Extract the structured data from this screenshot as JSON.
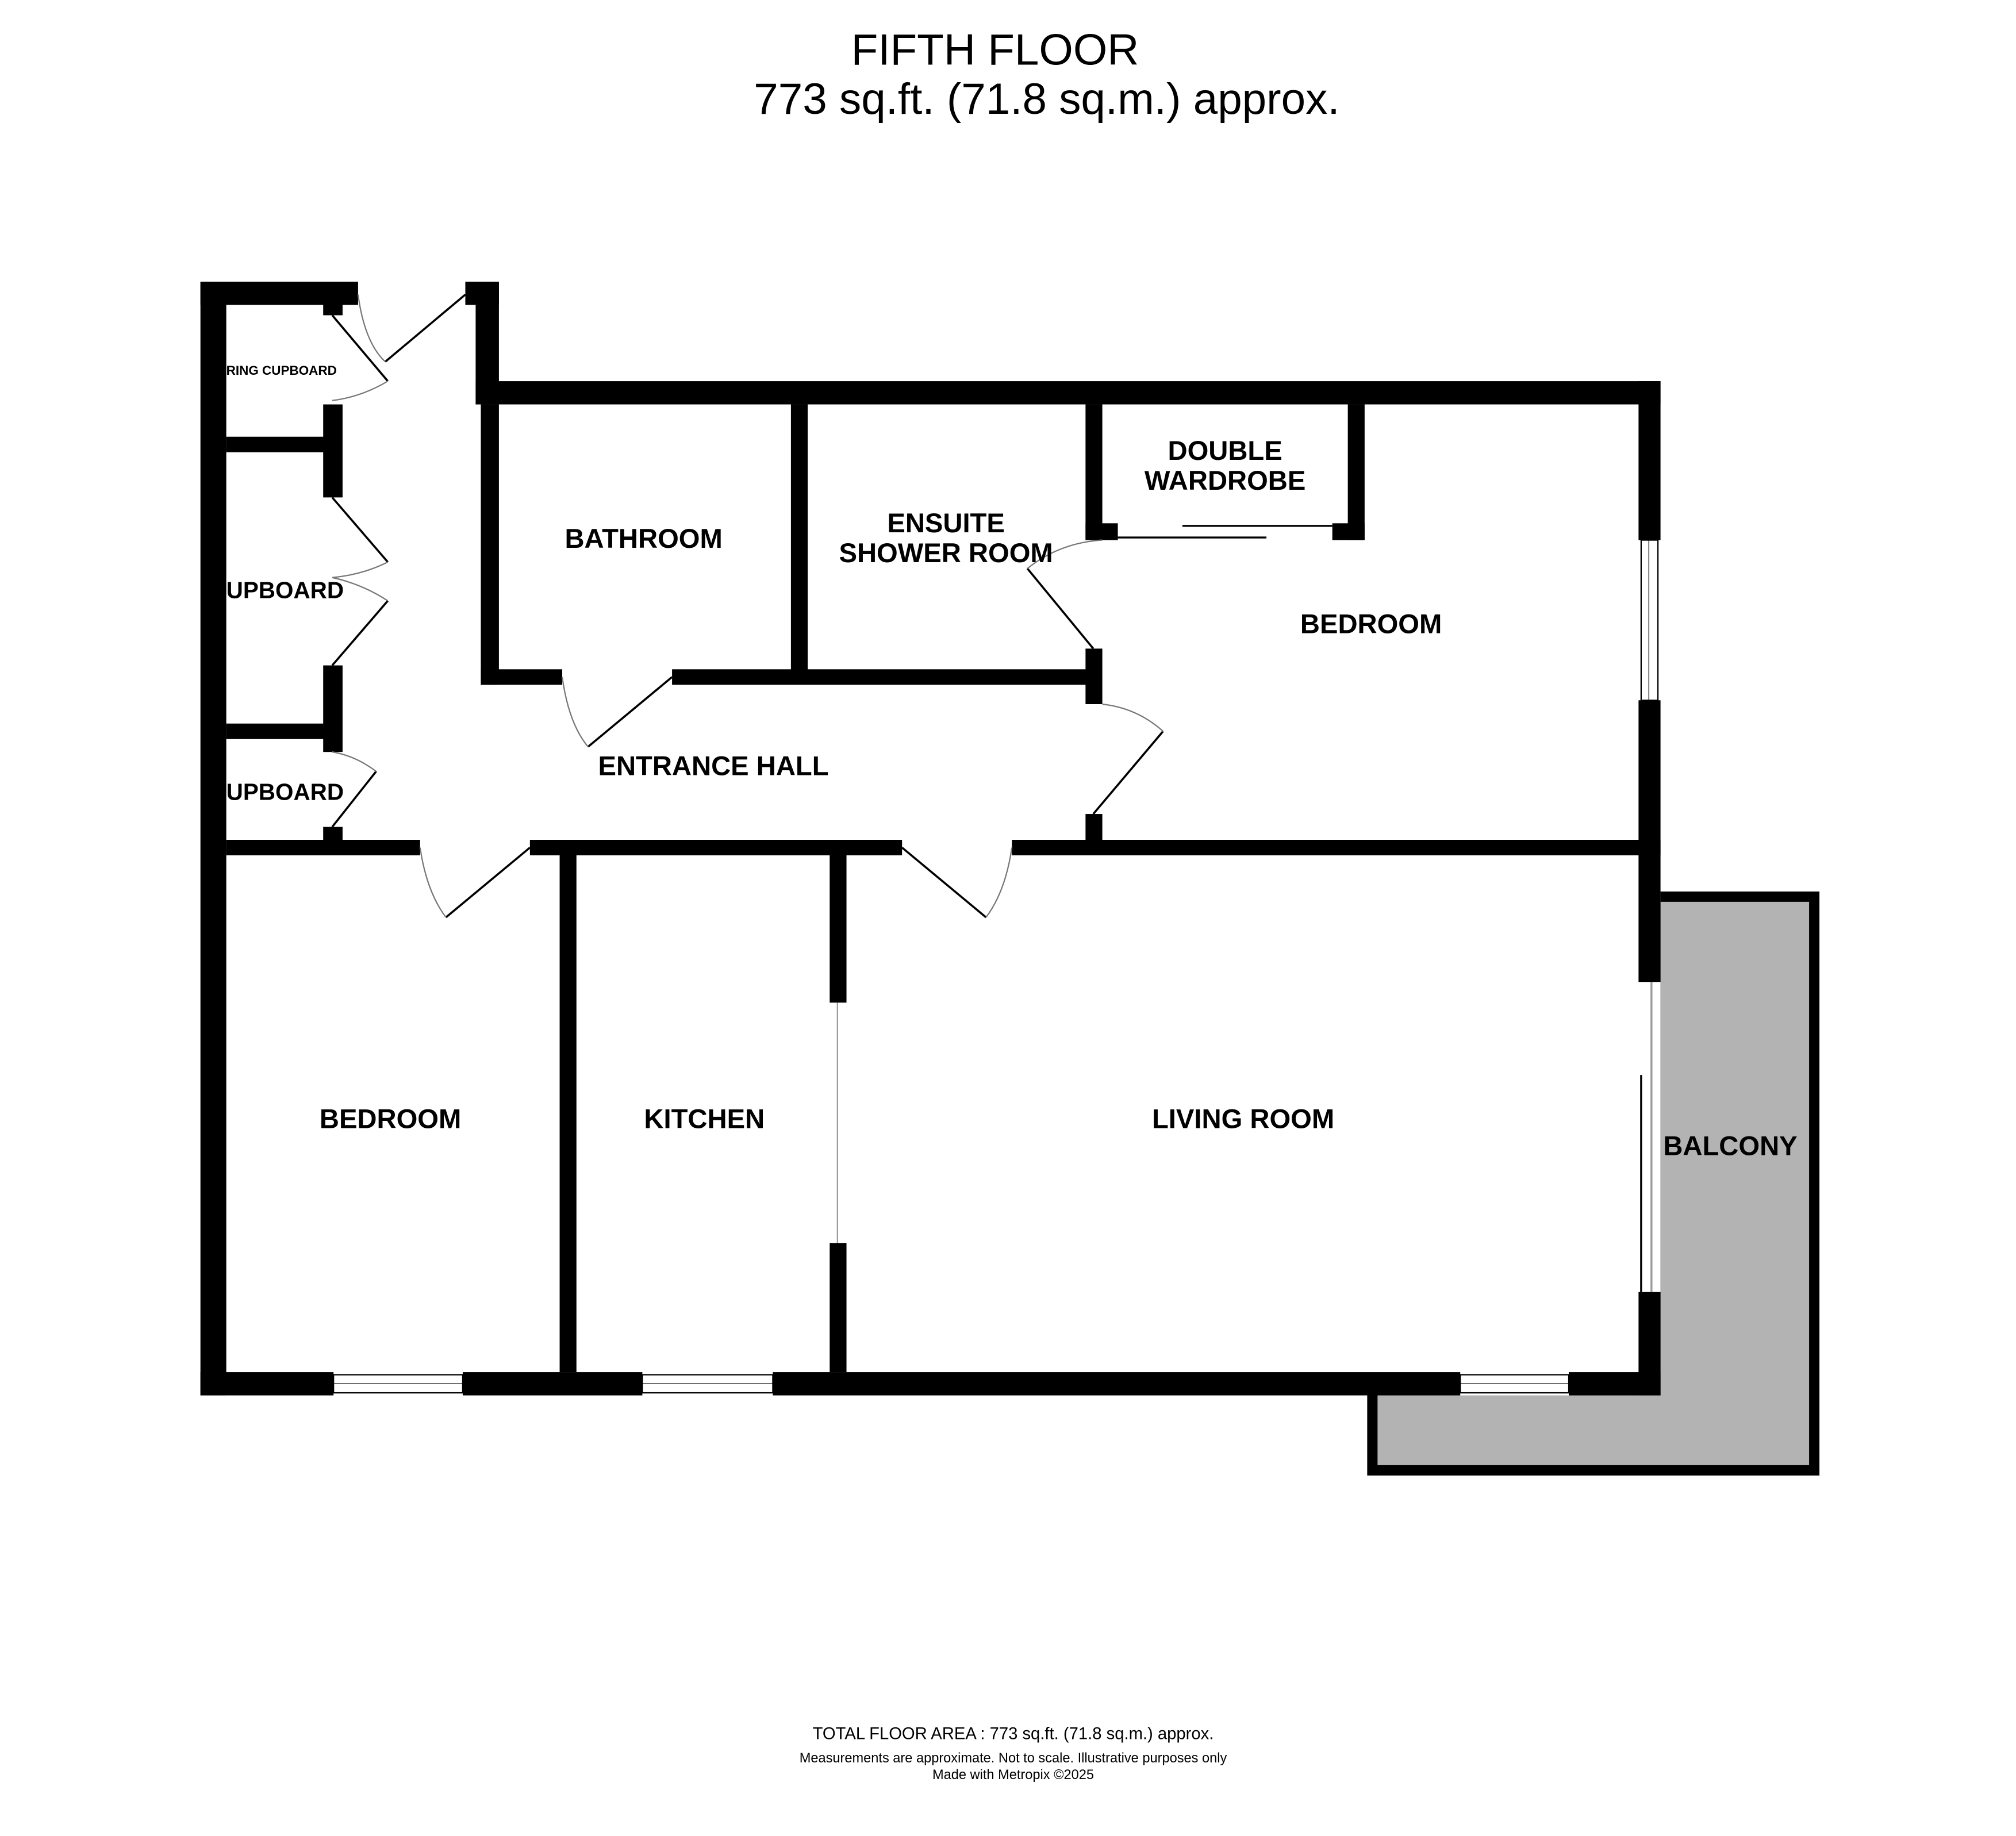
{
  "header": {
    "floor_name": "FIFTH FLOOR",
    "floor_area": "773 sq.ft. (71.8 sq.m.) approx."
  },
  "rooms": {
    "airing_cupboard": "RING CUPBOARD",
    "cupboard_1": "UPBOARD",
    "cupboard_2": "UPBOARD",
    "bathroom": "BATHROOM",
    "ensuite_line1": "ENSUITE",
    "ensuite_line2": "SHOWER ROOM",
    "wardrobe_line1": "DOUBLE",
    "wardrobe_line2": "WARDROBE",
    "bedroom_main": "BEDROOM",
    "entrance_hall": "ENTRANCE HALL",
    "bedroom_2": "BEDROOM",
    "kitchen": "KITCHEN",
    "living_room": "LIVING ROOM",
    "balcony": "BALCONY"
  },
  "footer": {
    "total_area": "TOTAL FLOOR AREA : 773 sq.ft. (71.8 sq.m.) approx.",
    "disclaimer": "Measurements are approximate.  Not to scale.  Illustrative purposes only",
    "credit": "Made with Metropix ©2025"
  },
  "colors": {
    "wall": "#000000",
    "balcony_fill": "#b3b3b3"
  }
}
